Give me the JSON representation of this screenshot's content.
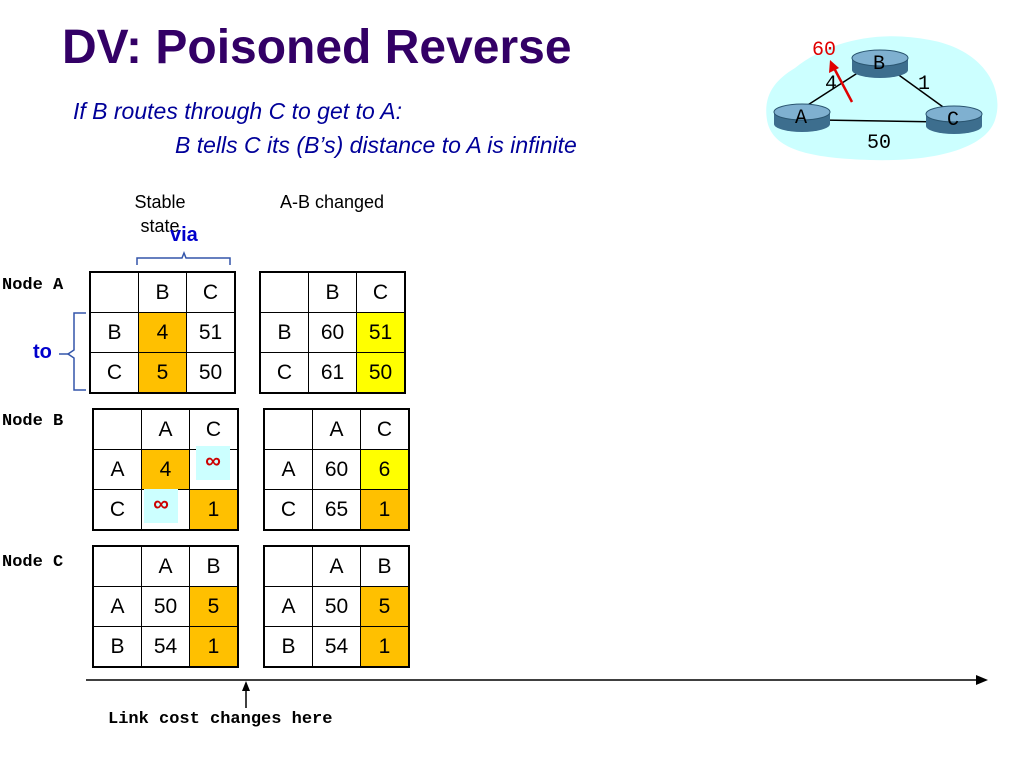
{
  "slide": {
    "title": "DV: Poisoned Reverse",
    "subtitle_line1": "If B routes through C to get to A:",
    "subtitle_line2": "B tells C its (B’s) distance to A is infinite"
  },
  "labels": {
    "stable_state": "Stable\nstate",
    "ab_changed": "A-B changed",
    "via": "via",
    "to": "to",
    "timeline": "Link cost changes here",
    "infinity": "∞"
  },
  "network": {
    "nodes": [
      "A",
      "B",
      "C"
    ],
    "link_ab_old": "4",
    "link_ab_new": "60",
    "link_bc": "1",
    "link_ac": "50"
  },
  "tables": {
    "node_a": {
      "label": "Node A",
      "stable": {
        "header": [
          "",
          "B",
          "C"
        ],
        "rows": [
          [
            "B",
            "4",
            "51"
          ],
          [
            "C",
            "5",
            "50"
          ]
        ]
      },
      "changed": {
        "header": [
          "",
          "B",
          "C"
        ],
        "rows": [
          [
            "B",
            "60",
            "51"
          ],
          [
            "C",
            "61",
            "50"
          ]
        ]
      }
    },
    "node_b": {
      "label": "Node B",
      "stable": {
        "header": [
          "",
          "A",
          "C"
        ],
        "rows": [
          [
            "A",
            "4",
            ""
          ],
          [
            "C",
            "",
            "1"
          ]
        ]
      },
      "changed": {
        "header": [
          "",
          "A",
          "C"
        ],
        "rows": [
          [
            "A",
            "60",
            "6"
          ],
          [
            "C",
            "65",
            "1"
          ]
        ]
      }
    },
    "node_c": {
      "label": "Node C",
      "stable": {
        "header": [
          "",
          "A",
          "B"
        ],
        "rows": [
          [
            "A",
            "50",
            "5"
          ],
          [
            "B",
            "54",
            "1"
          ]
        ]
      },
      "changed": {
        "header": [
          "",
          "A",
          "B"
        ],
        "rows": [
          [
            "A",
            "50",
            "5"
          ],
          [
            "B",
            "54",
            "1"
          ]
        ]
      }
    }
  },
  "colors": {
    "title": "#330066",
    "subtitle": "#000099",
    "highlight_orange": "#ffc000",
    "highlight_yellow": "#ffff00",
    "changed_value": "#e00000",
    "network_cloud": "#ccffff",
    "router": "#5588aa"
  }
}
